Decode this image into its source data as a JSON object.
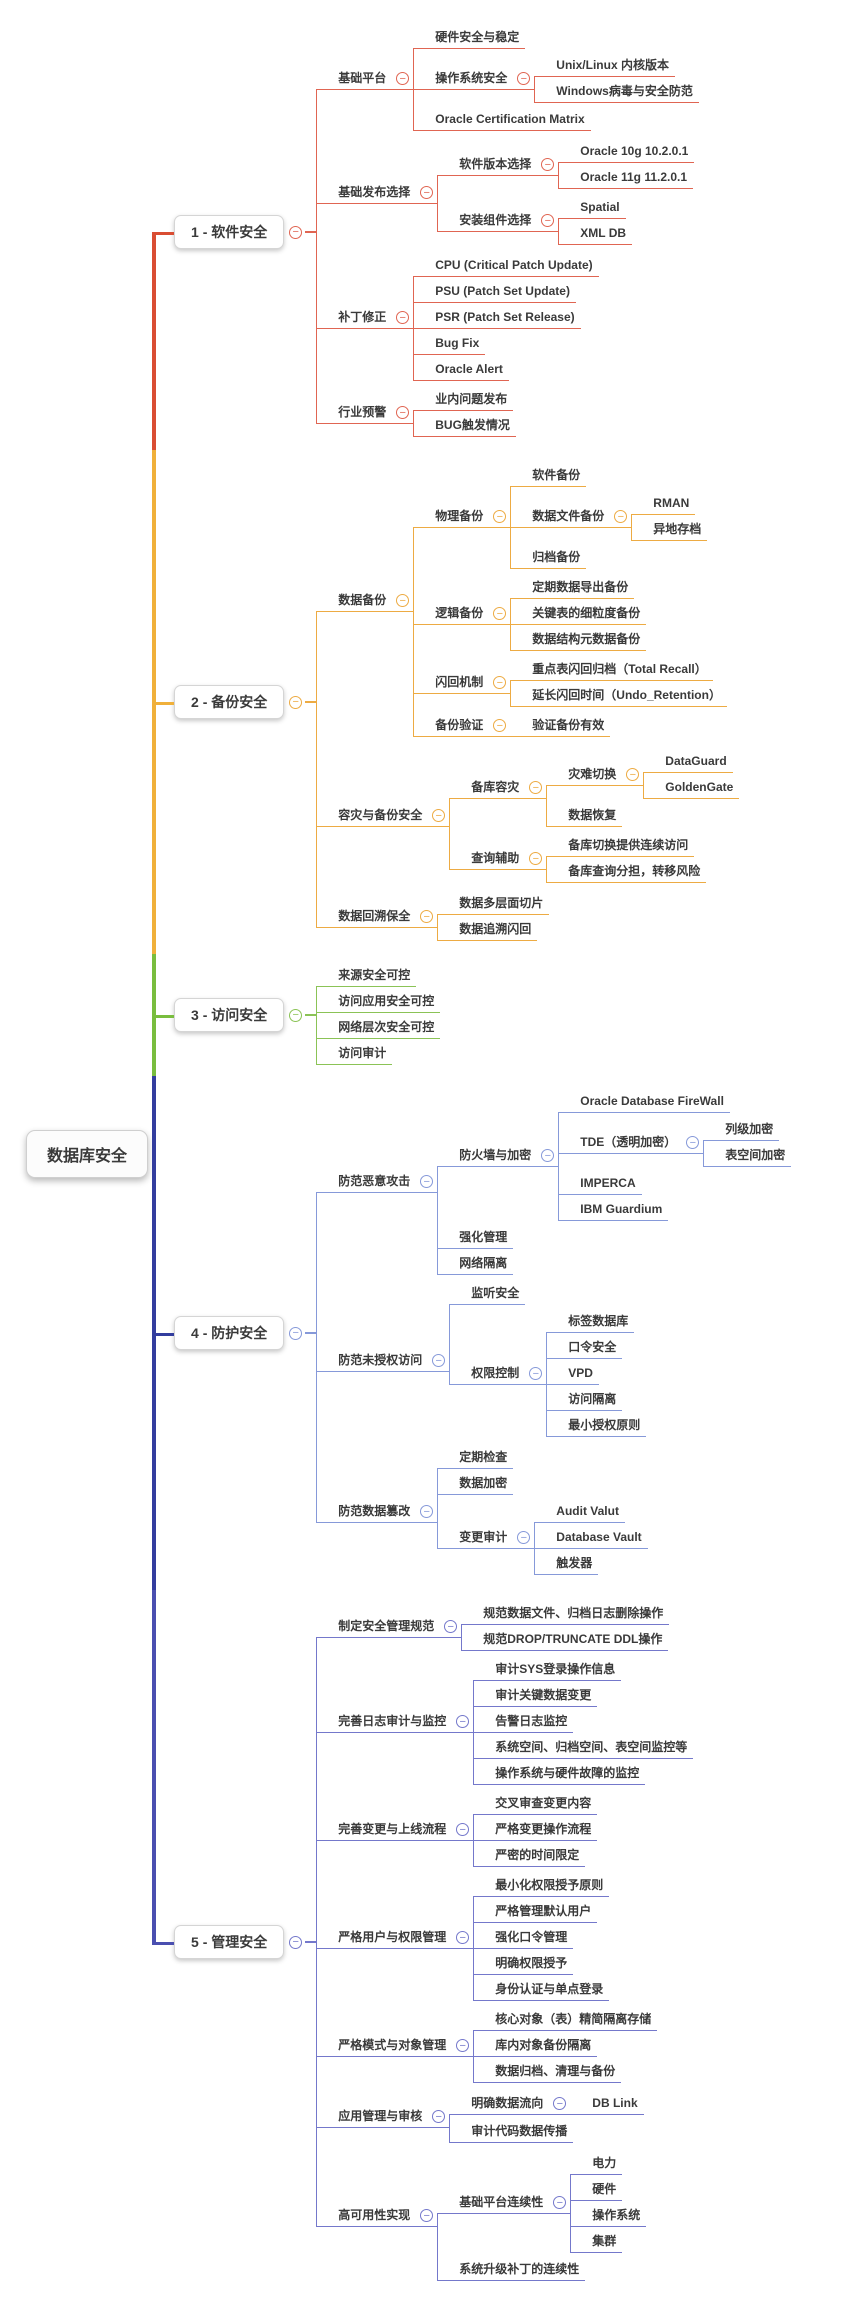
{
  "root": {
    "label": "数据库安全"
  },
  "icons": {
    "collapse": "−"
  },
  "branches": [
    {
      "label": "1 - 软件安全",
      "line_color": "#e06552",
      "trunk_color": "#d94d33",
      "children": [
        {
          "label": "基础平台",
          "children": [
            {
              "label": "硬件安全与稳定"
            },
            {
              "label": "操作系统安全",
              "children": [
                {
                  "label": "Unix/Linux 内核版本"
                },
                {
                  "label": "Windows病毒与安全防范"
                }
              ]
            },
            {
              "label": "Oracle Certification Matrix"
            }
          ]
        },
        {
          "label": "基础发布选择",
          "children": [
            {
              "label": "软件版本选择",
              "children": [
                {
                  "label": "Oracle 10g 10.2.0.1"
                },
                {
                  "label": "Oracle 11g 11.2.0.1"
                }
              ]
            },
            {
              "label": "安装组件选择",
              "children": [
                {
                  "label": "Spatial"
                },
                {
                  "label": "XML DB"
                }
              ]
            }
          ]
        },
        {
          "label": "补丁修正",
          "children": [
            {
              "label": "CPU (Critical Patch Update)"
            },
            {
              "label": "PSU (Patch Set Update)"
            },
            {
              "label": "PSR (Patch Set Release)"
            },
            {
              "label": "Bug Fix"
            },
            {
              "label": "Oracle Alert"
            }
          ]
        },
        {
          "label": "行业预警",
          "children": [
            {
              "label": "业内问题发布"
            },
            {
              "label": "BUG触发情况"
            }
          ]
        }
      ]
    },
    {
      "label": "2 - 备份安全",
      "line_color": "#edab43",
      "trunk_color": "#f0b03a",
      "children": [
        {
          "label": "数据备份",
          "children": [
            {
              "label": "物理备份",
              "children": [
                {
                  "label": "软件备份"
                },
                {
                  "label": "数据文件备份",
                  "children": [
                    {
                      "label": "RMAN"
                    },
                    {
                      "label": "异地存档"
                    }
                  ]
                },
                {
                  "label": "归档备份"
                }
              ]
            },
            {
              "label": "逻辑备份",
              "children": [
                {
                  "label": "定期数据导出备份"
                },
                {
                  "label": "关键表的细粒度备份"
                },
                {
                  "label": "数据结构元数据备份"
                }
              ]
            },
            {
              "label": "闪回机制",
              "children": [
                {
                  "label": "重点表闪回归档（Total Recall）"
                },
                {
                  "label": "延长闪回时间（Undo_Retention）"
                }
              ]
            },
            {
              "label": "备份验证",
              "children": [
                {
                  "label": "验证备份有效"
                }
              ]
            }
          ]
        },
        {
          "label": "容灾与备份安全",
          "children": [
            {
              "label": "备库容灾",
              "children": [
                {
                  "label": "灾难切换",
                  "children": [
                    {
                      "label": "DataGuard"
                    },
                    {
                      "label": "GoldenGate"
                    }
                  ]
                },
                {
                  "label": "数据恢复"
                }
              ]
            },
            {
              "label": "查询辅助",
              "children": [
                {
                  "label": "备库切换提供连续访问"
                },
                {
                  "label": "备库查询分担，转移风险"
                }
              ]
            }
          ]
        },
        {
          "label": "数据回溯保全",
          "children": [
            {
              "label": "数据多层面切片"
            },
            {
              "label": "数据追溯闪回"
            }
          ]
        }
      ]
    },
    {
      "label": "3 - 访问安全",
      "line_color": "#8bc356",
      "trunk_color": "#79bd3e",
      "children": [
        {
          "label": "来源安全可控"
        },
        {
          "label": "访问应用安全可控"
        },
        {
          "label": "网络层次安全可控"
        },
        {
          "label": "访问审计"
        }
      ]
    },
    {
      "label": "4 - 防护安全",
      "line_color": "#8699d9",
      "trunk_color": "#333d9e",
      "children": [
        {
          "label": "防范恶意攻击",
          "children": [
            {
              "label": "防火墙与加密",
              "children": [
                {
                  "label": "Oracle Database FireWall"
                },
                {
                  "label": "TDE（透明加密）",
                  "children": [
                    {
                      "label": "列级加密"
                    },
                    {
                      "label": "表空间加密"
                    }
                  ]
                },
                {
                  "label": "IMPERCA"
                },
                {
                  "label": "IBM Guardium"
                }
              ]
            },
            {
              "label": "强化管理"
            },
            {
              "label": "网络隔离"
            }
          ]
        },
        {
          "label": "防范未授权访问",
          "children": [
            {
              "label": "监听安全"
            },
            {
              "label": "权限控制",
              "children": [
                {
                  "label": "标签数据库"
                },
                {
                  "label": "口令安全"
                },
                {
                  "label": "VPD"
                },
                {
                  "label": "访问隔离"
                },
                {
                  "label": "最小授权原则"
                }
              ]
            }
          ]
        },
        {
          "label": "防范数据篡改",
          "children": [
            {
              "label": "定期检查"
            },
            {
              "label": "数据加密"
            },
            {
              "label": "变更审计",
              "children": [
                {
                  "label": "Audit Valut"
                },
                {
                  "label": "Database Vault"
                },
                {
                  "label": "触发器"
                }
              ]
            }
          ]
        }
      ]
    },
    {
      "label": "5 - 管理安全",
      "line_color": "#7478cb",
      "trunk_color": "#4a4fb0",
      "children": [
        {
          "label": "制定安全管理规范",
          "children": [
            {
              "label": "规范数据文件、归档日志删除操作"
            },
            {
              "label": "规范DROP/TRUNCATE DDL操作"
            }
          ]
        },
        {
          "label": "完善日志审计与监控",
          "children": [
            {
              "label": "审计SYS登录操作信息"
            },
            {
              "label": "审计关键数据变更"
            },
            {
              "label": "告警日志监控"
            },
            {
              "label": "系统空间、归档空间、表空间监控等"
            },
            {
              "label": "操作系统与硬件故障的监控"
            }
          ]
        },
        {
          "label": "完善变更与上线流程",
          "children": [
            {
              "label": "交叉审查变更内容"
            },
            {
              "label": "严格变更操作流程"
            },
            {
              "label": "严密的时间限定"
            }
          ]
        },
        {
          "label": "严格用户与权限管理",
          "children": [
            {
              "label": "最小化权限授予原则"
            },
            {
              "label": "严格管理默认用户"
            },
            {
              "label": "强化口令管理"
            },
            {
              "label": "明确权限授予"
            },
            {
              "label": "身份认证与单点登录"
            }
          ]
        },
        {
          "label": "严格模式与对象管理",
          "children": [
            {
              "label": "核心对象（表）精简隔离存储"
            },
            {
              "label": "库内对象备份隔离"
            },
            {
              "label": "数据归档、清理与备份"
            }
          ]
        },
        {
          "label": "应用管理与审核",
          "children": [
            {
              "label": "明确数据流向",
              "children": [
                {
                  "label": "DB Link"
                }
              ]
            },
            {
              "label": "审计代码数据传播"
            }
          ]
        },
        {
          "label": "高可用性实现",
          "children": [
            {
              "label": "基础平台连续性",
              "children": [
                {
                  "label": "电力"
                },
                {
                  "label": "硬件"
                },
                {
                  "label": "操作系统"
                },
                {
                  "label": "集群"
                }
              ]
            },
            {
              "label": "系统升级补丁的连续性"
            }
          ]
        }
      ]
    }
  ]
}
